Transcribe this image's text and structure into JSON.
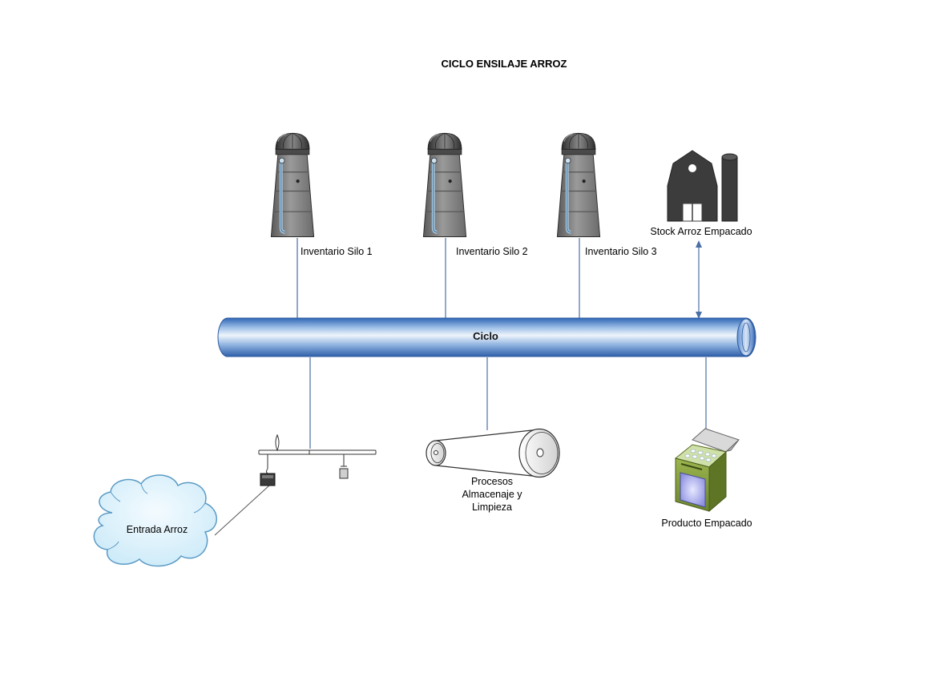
{
  "title": "CICLO ENSILAJE ARROZ",
  "bus": {
    "label": "Ciclo"
  },
  "nodes": {
    "silo1": {
      "label": "Inventario Silo 1",
      "icon": "silo-icon"
    },
    "silo2": {
      "label": "Inventario Silo 2",
      "icon": "silo-icon"
    },
    "silo3": {
      "label": "Inventario Silo 3",
      "icon": "silo-icon"
    },
    "stock": {
      "label": "Stock Arroz Empacado",
      "icon": "barn-icon"
    },
    "scale": {
      "icon": "scale-icon"
    },
    "processes": {
      "label_lines": [
        "Procesos",
        "Almacenaje y",
        "Limpieza"
      ],
      "icon": "pulley-belt-icon"
    },
    "product": {
      "label": "Producto Empacado",
      "icon": "package-box-icon"
    },
    "entrada": {
      "label": "Entrada Arroz",
      "icon": "cloud-icon"
    }
  },
  "colors": {
    "connector": "#4a6fa5",
    "bus_light": "#e8f0fa",
    "bus_dark": "#2f66b5",
    "silo_body": "#8c8c8c",
    "silo_dark": "#3d3d3d",
    "barn": "#3c3c3c",
    "cloud_fill": "#d9f1fb",
    "cloud_stroke": "#5b9bc6",
    "box_green": "#7f9a3a"
  }
}
